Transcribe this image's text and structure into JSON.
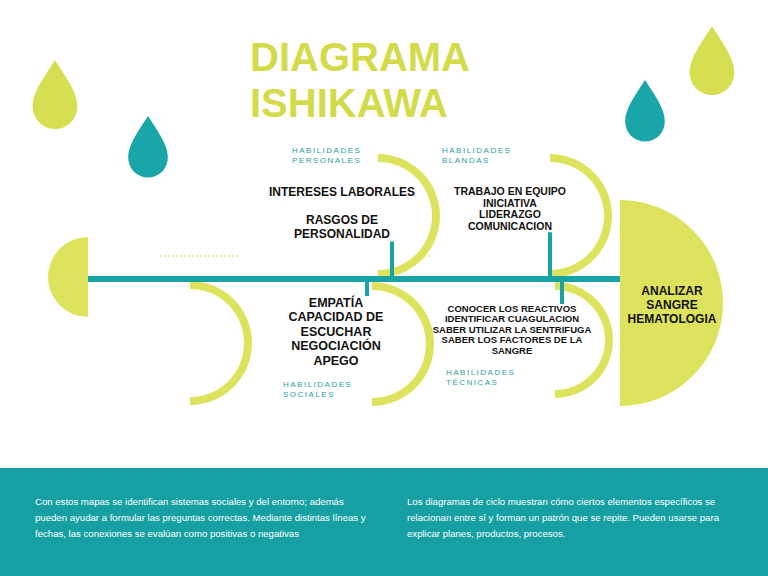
{
  "diagram": {
    "title": "DIAGRAMA ISHIKAWA",
    "nodes": [
      {
        "text": [
          "HABILIDADES PERSONALES",
          "INTERESES LABORALES",
          "RASGOS DE PERSONALIDAD"
        ]
      },
      {
        "text": [
          "HABILIDADES BLANDAS",
          "TRABAJO EN EQUIPO",
          "INICIATIVA",
          "LIDERAZGO",
          "COMUNICACION"
        ]
      },
      {
        "text": [
          "HABILIDADES SOCIALES",
          "EMPATÍA",
          "CAPACIDAD DE ESCUCHAR",
          "NEGOCIACIÓN",
          "APEGO"
        ]
      },
      {
        "text": [
          "HABILIDADES TÉCNICAS",
          "CONOCER LOS REACTIVOS",
          "IDENTIFICAR CUAGULACION",
          "SABER UTILIZAR LA SENTRIFUGA",
          "SABER LOS FACTORES DE LA SANGRE"
        ]
      },
      {
        "text": [
          "ANALIZAR SANGRE HEMATOLOGIA"
        ]
      }
    ],
    "edges": [
      {
        "from": 0,
        "to": 4,
        "arrow": "none"
      },
      {
        "from": 1,
        "to": 4,
        "arrow": "none"
      },
      {
        "from": 2,
        "to": 4,
        "arrow": "none"
      },
      {
        "from": 3,
        "to": 4,
        "arrow": "none"
      }
    ],
    "labels": [
      "Con estos mapas se identifican sistemas sociales y del entorno; además pueden ayudar a formular las preguntas correctas. Mediante distintas líneas y fechas, las conexiones se evalúan como positivas o negativas",
      "Los diagramas de ciclo muestran cómo ciertos elementos específicos se relacionan entre sí y forman un patrón que se repite. Pueden usarse para explicar planes, productos, procesos."
    ]
  }
}
